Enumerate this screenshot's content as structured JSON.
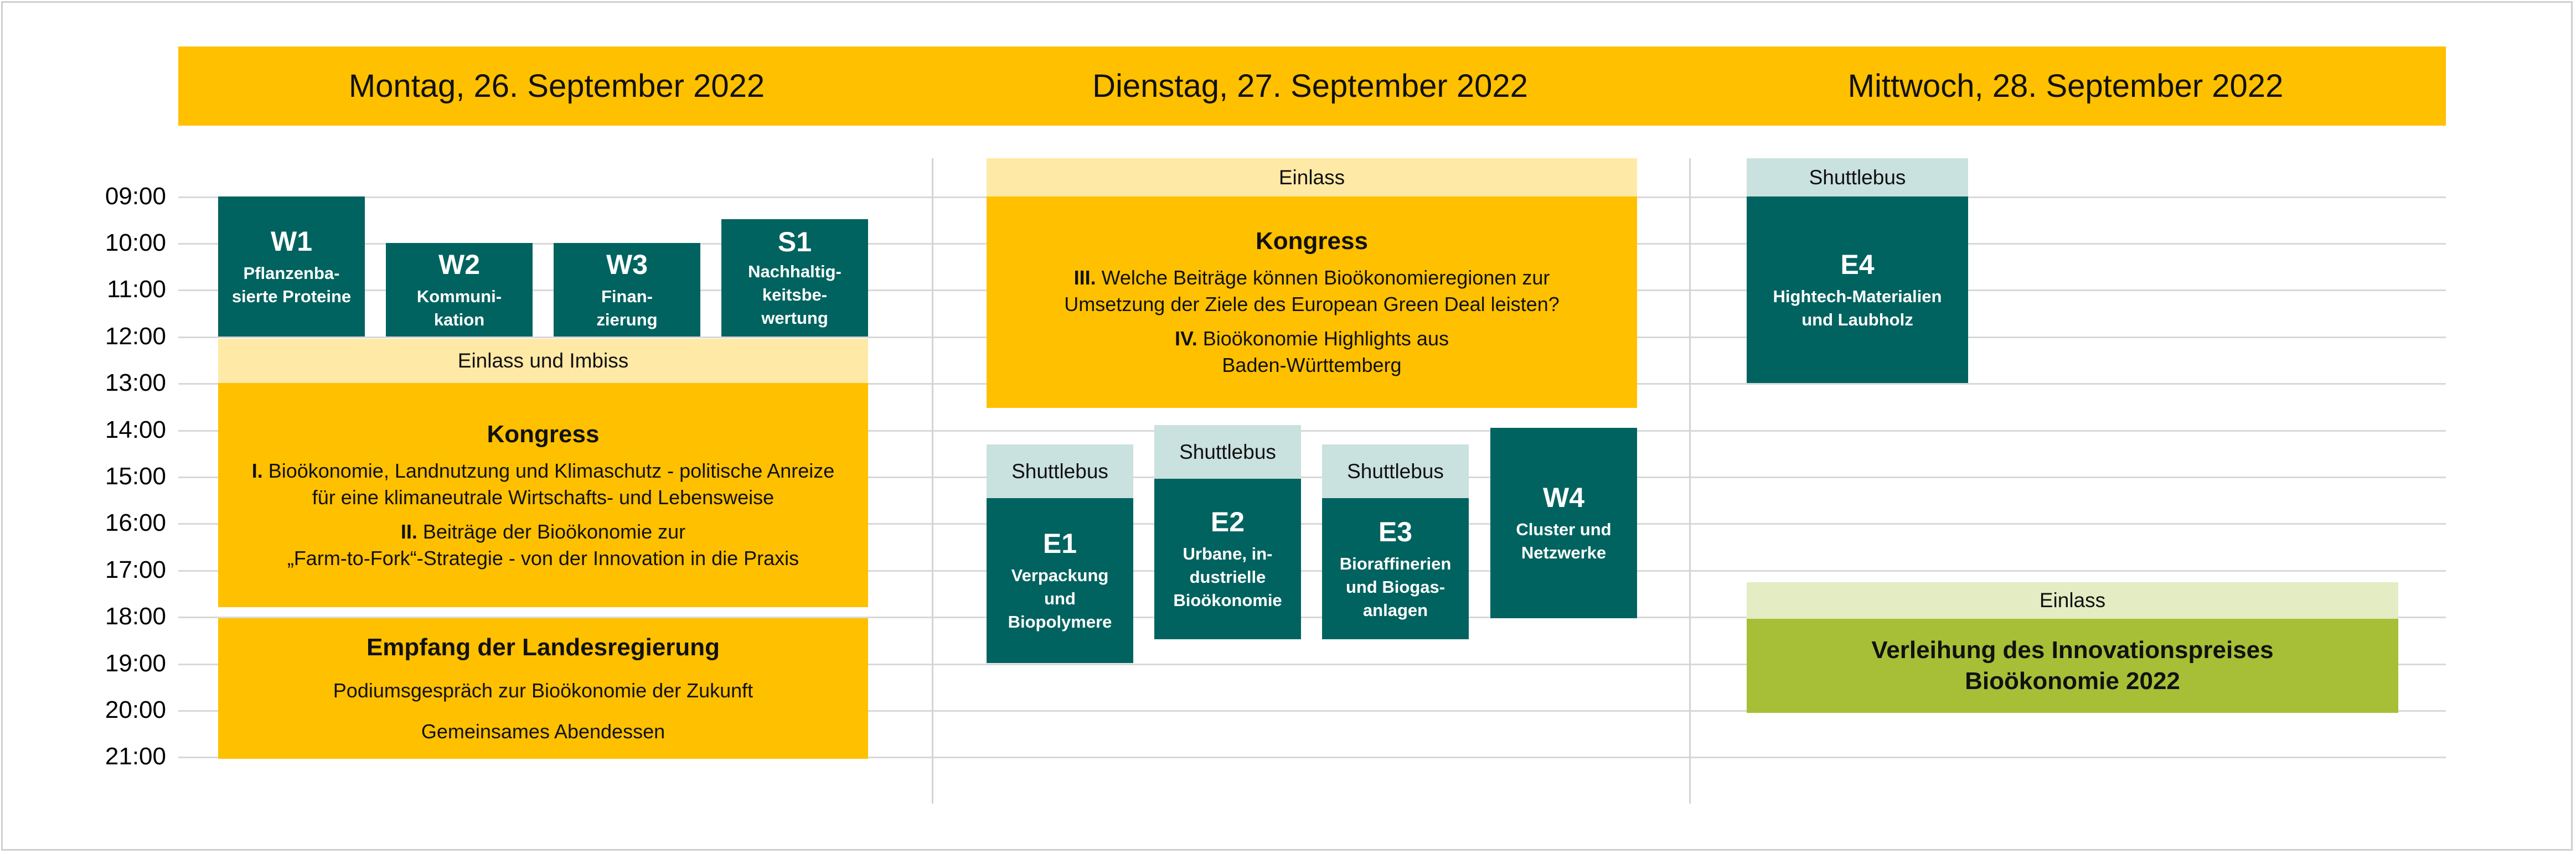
{
  "days": [
    "Montag, 26. September 2022",
    "Dienstag, 27. September 2022",
    "Mittwoch, 28. September 2022"
  ],
  "times": [
    "09:00",
    "10:00",
    "11:00",
    "12:00",
    "13:00",
    "14:00",
    "15:00",
    "16:00",
    "17:00",
    "18:00",
    "19:00",
    "20:00",
    "21:00"
  ],
  "monday": {
    "w1": {
      "code": "W1",
      "line1": "Pflanzenba-",
      "line2": "sierte Proteine"
    },
    "w2": {
      "code": "W2",
      "line1": "Kommuni-",
      "line2": "kation"
    },
    "w3": {
      "code": "W3",
      "line1": "Finan-",
      "line2": "zierung"
    },
    "s1": {
      "code": "S1",
      "line1": "Nachhaltig-",
      "line2": "keitsbe-",
      "line3": "wertung"
    },
    "einlass": "Einlass und Imbiss",
    "kongress": {
      "title": "Kongress",
      "i_num": "I.",
      "i_line1": " Bioökonomie, Landnutzung und Klimaschutz - politische Anreize",
      "i_line2": "für eine klimaneutrale Wirtschafts- und Lebensweise",
      "ii_num": "II.",
      "ii_line1": " Beiträge der Bioökonomie zur",
      "ii_line2": "„Farm-to-Fork“-Strategie - von der Innovation in die Praxis"
    },
    "empfang": {
      "title": "Empfang der Landesregierung",
      "line1": "Podiumsgespräch zur Bioökonomie der Zukunft",
      "line2": "Gemeinsames Abendessen"
    }
  },
  "tuesday": {
    "einlass": "Einlass",
    "kongress": {
      "title": "Kongress",
      "iii_num": "III.",
      "iii_line1": " Welche Beiträge können Bioökonomieregionen zur",
      "iii_line2": "Umsetzung der Ziele des European Green Deal leisten?",
      "iv_num": "IV.",
      "iv_line1": " Bioökonomie Highlights aus",
      "iv_line2": "Baden-Württemberg"
    },
    "shuttle": "Shuttlebus",
    "e1": {
      "code": "E1",
      "line1": "Verpackung",
      "line2": "und",
      "line3": "Biopolymere"
    },
    "e2": {
      "code": "E2",
      "line1": "Urbane, in-",
      "line2": "dustrielle",
      "line3": "Bioökonomie"
    },
    "e3": {
      "code": "E3",
      "line1": "Bioraffinerien",
      "line2": "und Biogas-",
      "line3": "anlagen"
    },
    "w4": {
      "code": "W4",
      "line1": "Cluster und",
      "line2": "Netzwerke"
    }
  },
  "wednesday": {
    "shuttle": "Shuttlebus",
    "e4": {
      "code": "E4",
      "line1": "Hightech-Materialien",
      "line2": "und Laubholz"
    },
    "einlass": "Einlass",
    "verleihung": {
      "line1": "Verleihung des Innovationspreises",
      "line2": "Bioökonomie 2022"
    }
  },
  "colors": {
    "header_yellow": "#ffc000",
    "teal": "#00635f",
    "light_yellow": "#ffe9a6",
    "light_teal": "#c9e1df",
    "light_green": "#e3ecc3",
    "green": "#a6bf36"
  }
}
